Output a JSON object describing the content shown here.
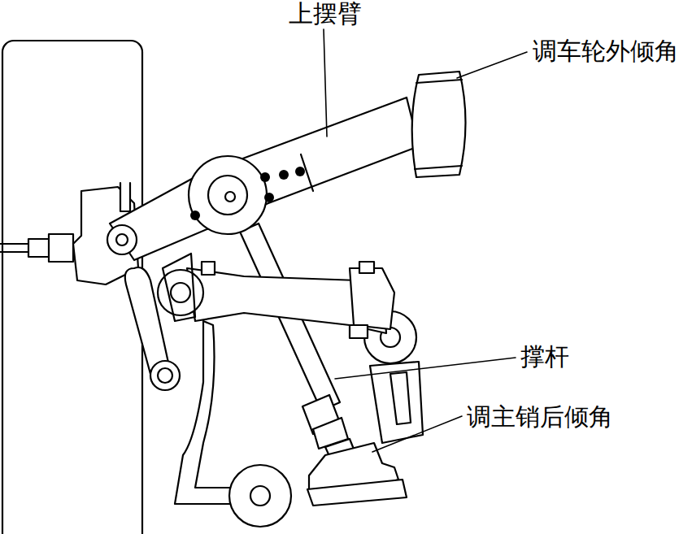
{
  "diagram": {
    "labels": [
      "上摆臂",
      "调车轮外倾角",
      "撑杆",
      "调主销后倾角"
    ]
  }
}
